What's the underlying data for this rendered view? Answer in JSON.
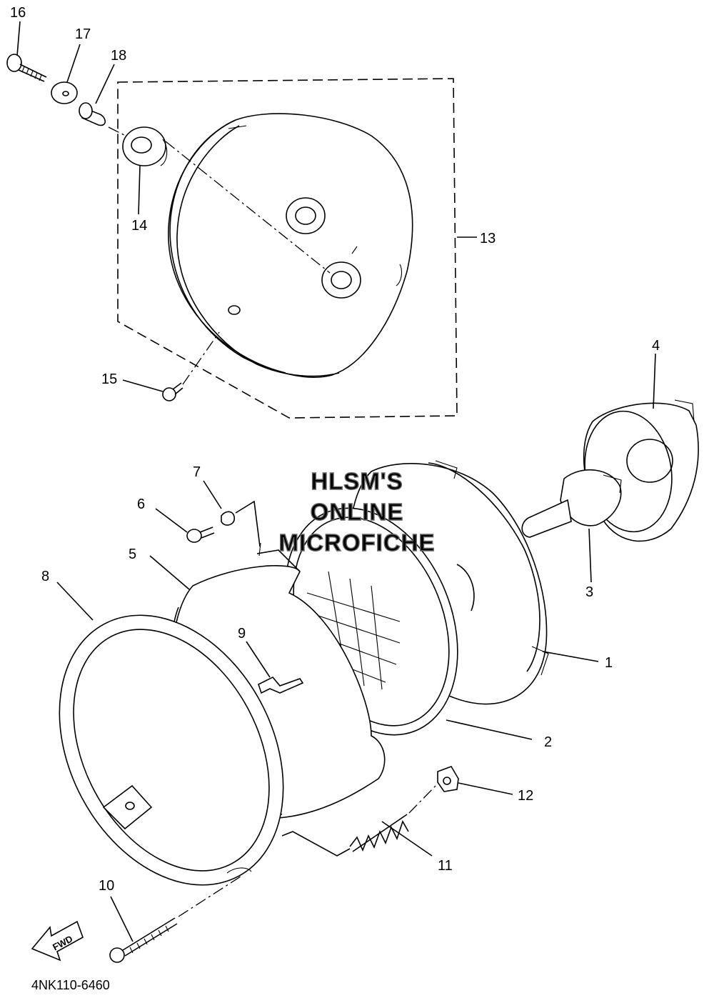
{
  "diagram_id": "4NK110-6460",
  "watermark": [
    "HLSM'S",
    "ONLINE",
    "MICROFICHE"
  ],
  "direction_label": "FWD",
  "callouts": [
    "1",
    "2",
    "3",
    "4",
    "5",
    "6",
    "7",
    "8",
    "9",
    "10",
    "11",
    "12",
    "13",
    "14",
    "15",
    "16",
    "17",
    "18"
  ]
}
